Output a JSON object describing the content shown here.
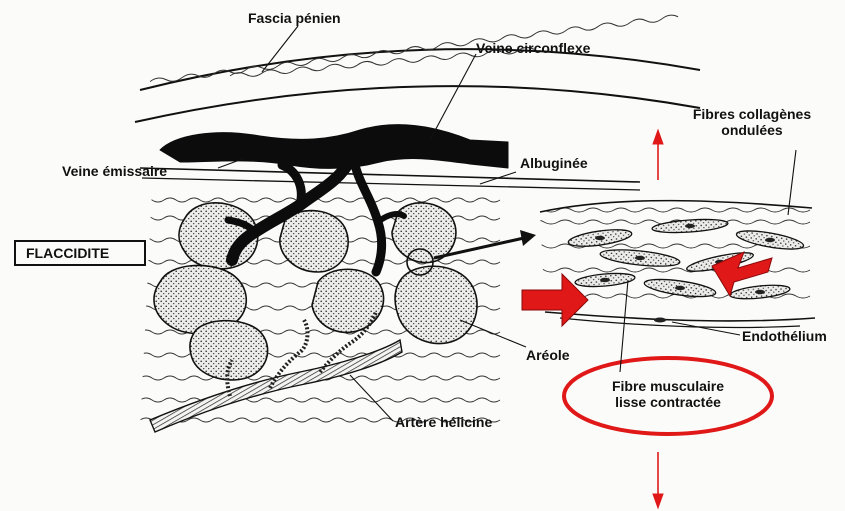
{
  "diagram": {
    "state_label": "FLACCIDITE",
    "labels": {
      "fascia": "Fascia pénien",
      "veine_circonflexe": "Veine circonflexe",
      "veine_emissaire": "Veine émissaire",
      "albuginee": "Albuginée",
      "fibres_line1": "Fibres collagènes",
      "fibres_line2": "ondulées",
      "endothelium": "Endothélium",
      "areole": "Aréole",
      "artere": "Artère hélicine",
      "fibre_line1": "Fibre musculaire",
      "fibre_line2": "lisse contractée"
    },
    "colors": {
      "ink": "#111111",
      "accent": "#e01818",
      "background": "#fbfbfa",
      "stipple_fill": "#e9e9e5"
    }
  }
}
